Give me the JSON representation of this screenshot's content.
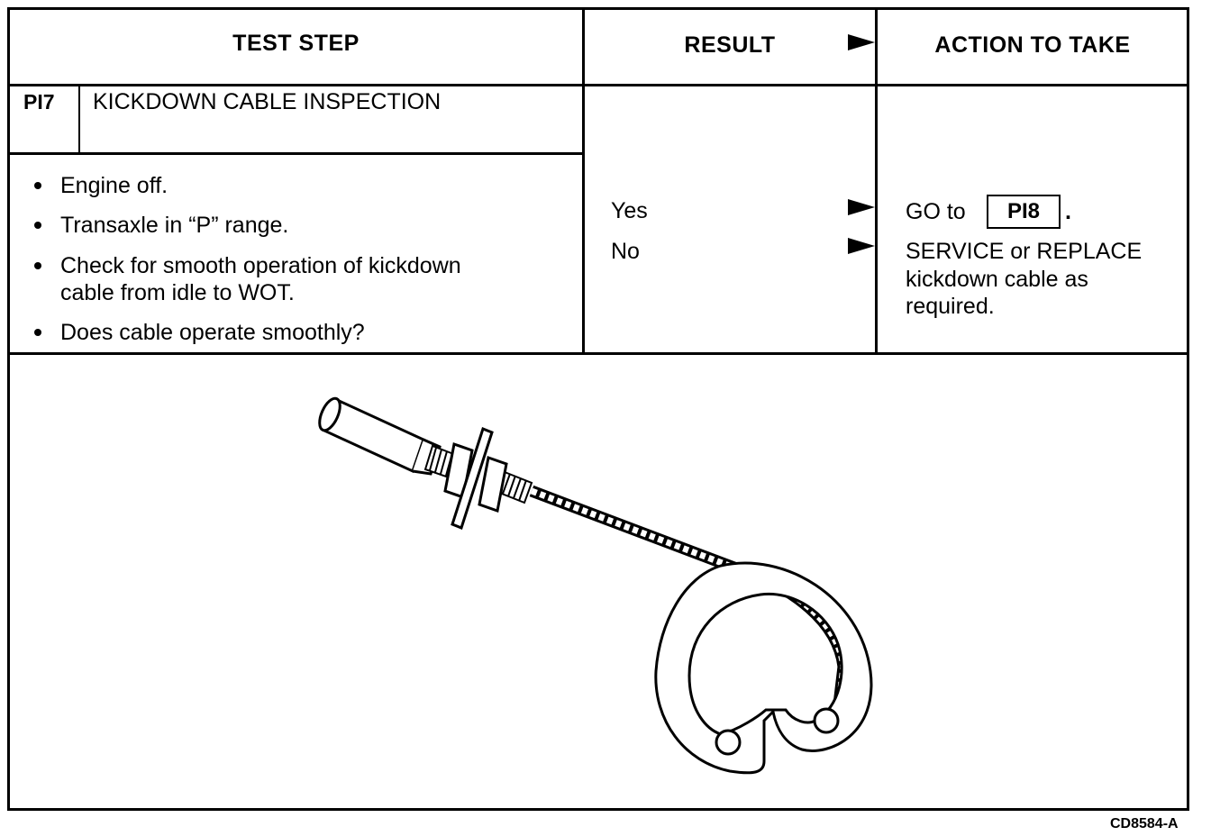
{
  "header": {
    "test_step": "TEST STEP",
    "result": "RESULT",
    "action": "ACTION TO TAKE"
  },
  "step": {
    "code": "PI7",
    "title": "KICKDOWN CABLE INSPECTION",
    "bullets": [
      "Engine off.",
      "Transaxle in “P” range.",
      "Check for smooth operation of kickdown",
      "Does cable operate smoothly?"
    ],
    "bullet3_line2": "cable from idle to WOT."
  },
  "results": [
    {
      "label": "Yes"
    },
    {
      "label": "No"
    }
  ],
  "actions": {
    "yes_prefix": "GO to",
    "yes_ref": "PI8",
    "yes_suffix": ".",
    "no_line1": "SERVICE or REPLACE",
    "no_line2": "kickdown cable as",
    "no_line3": "required."
  },
  "figure": {
    "id": "CD8584-A"
  }
}
